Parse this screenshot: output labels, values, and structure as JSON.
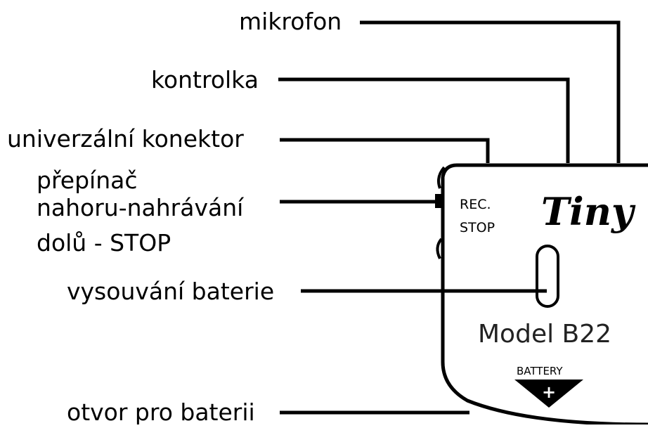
{
  "labels": {
    "microphone": "mikrofon",
    "indicator": "kontrolka",
    "connector": "univerzální konektor",
    "switch_line1": "přepínač",
    "switch_line2": "nahoru-nahrávání",
    "switch_line3": "dolů - STOP",
    "battery_eject": "vysouvání baterie",
    "battery_slot": "otvor pro baterii"
  },
  "device": {
    "rec_label": "REC.",
    "stop_label": "STOP",
    "brand": "Tiny",
    "model": "Model B22",
    "battery_label": "BATTERY",
    "battery_plus": "+"
  }
}
